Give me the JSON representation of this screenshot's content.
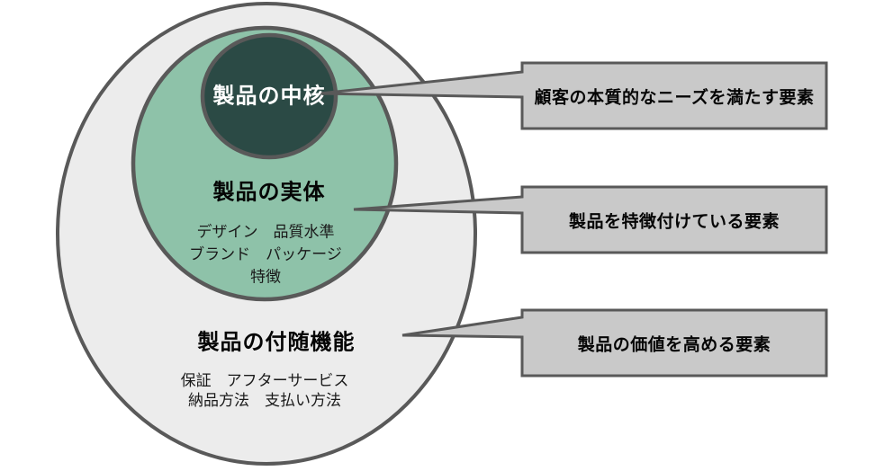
{
  "colors": {
    "outer_fill": "#ececec",
    "middle_fill": "#8ec2a9",
    "core_fill": "#2b4a45",
    "stroke": "#595959",
    "callout_fill": "#c9c9c9",
    "core_text": "#ffffff"
  },
  "diagram": {
    "layers": [
      {
        "title": "製品の中核",
        "items": []
      },
      {
        "title": "製品の実体",
        "items": [
          "デザイン　品質水準",
          "ブランド　パッケージ",
          "特徴"
        ]
      },
      {
        "title": "製品の付随機能",
        "items": [
          "保証　アフターサービス",
          "納品方法　支払い方法"
        ]
      }
    ],
    "callouts": [
      {
        "label": "顧客の本質的なニーズを満たす要素"
      },
      {
        "label": "製品を特徴付けている要素"
      },
      {
        "label": "製品の価値を高める要素"
      }
    ]
  }
}
